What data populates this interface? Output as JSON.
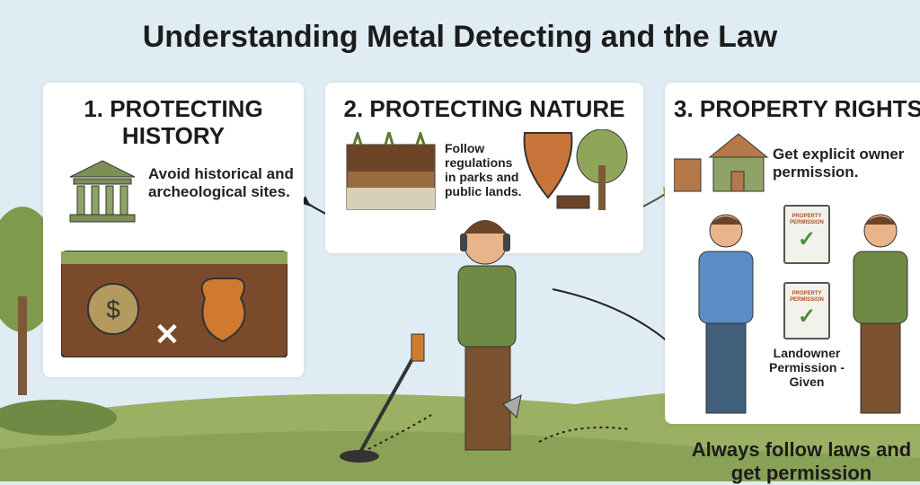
{
  "title": "Understanding Metal Detecting and the Law",
  "panels": [
    {
      "title": "1. PROTECTING HISTORY",
      "text": "Avoid historical and archeological sites."
    },
    {
      "title": "2. PROTECTING NATURE",
      "text": "Follow regulations in parks and public lands."
    },
    {
      "title": "3. PROPERTY RIGHTS",
      "text": "Get explicit owner permission.",
      "clipboard_label": "PROPERTY PERMISSION",
      "caption": "Landowner Permission - Given"
    }
  ],
  "footer": "Always follow laws and get permission",
  "colors": {
    "sky": "#dfecf3",
    "grass": "#8fa65a",
    "shirt_green": "#6f8a45",
    "shirt_blue": "#5b8cc4",
    "soil": "#7a4a2a"
  }
}
